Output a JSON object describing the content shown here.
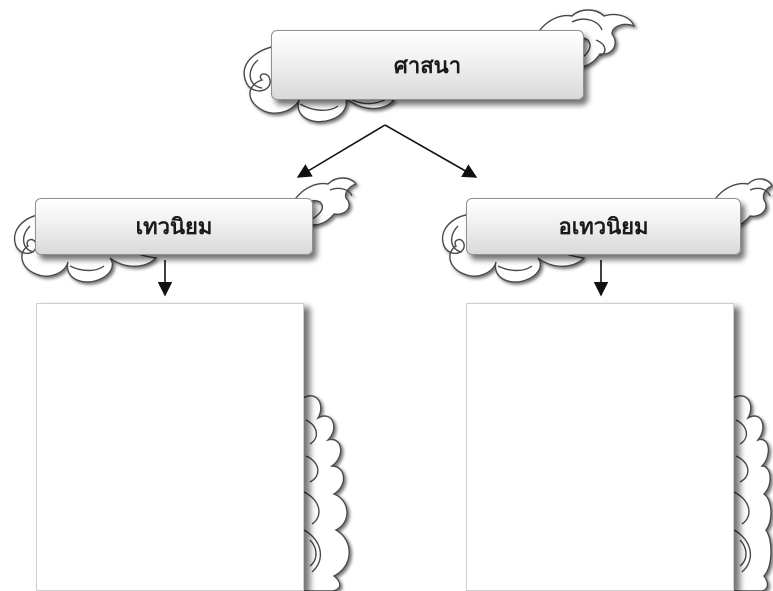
{
  "diagram": {
    "root": {
      "label": "ศาสนา"
    },
    "branches": [
      {
        "label": "เทวนิยม"
      },
      {
        "label": "อเทวนิยม"
      }
    ]
  },
  "colors": {
    "box_border": "#8f8f8f",
    "box_gradient_top": "#ffffff",
    "box_gradient_bottom": "#d9d9d9",
    "connector": "#111111",
    "ornament_fill": "#ffffff",
    "ornament_stroke": "#4a4a4a",
    "background": "#ffffff"
  }
}
